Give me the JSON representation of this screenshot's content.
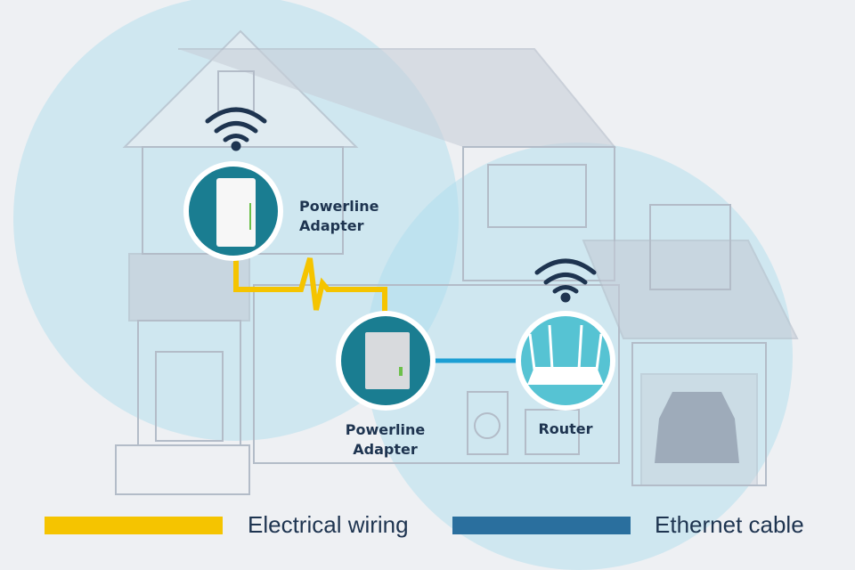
{
  "colors": {
    "electrical": "#f5c400",
    "ethernet": "#1c9fd4",
    "ethernet_legend": "#2a6f9e",
    "device_bg": "#1a7d91",
    "coverage": "#a9dbee",
    "text": "#1e3450"
  },
  "devices": [
    {
      "name": "Powerline",
      "name2": "Adapter"
    },
    {
      "name": "Powerline",
      "name2": "Adapter"
    },
    {
      "name": "Router"
    }
  ],
  "legend": [
    {
      "label": "Electrical wiring"
    },
    {
      "label": "Ethernet cable"
    }
  ]
}
